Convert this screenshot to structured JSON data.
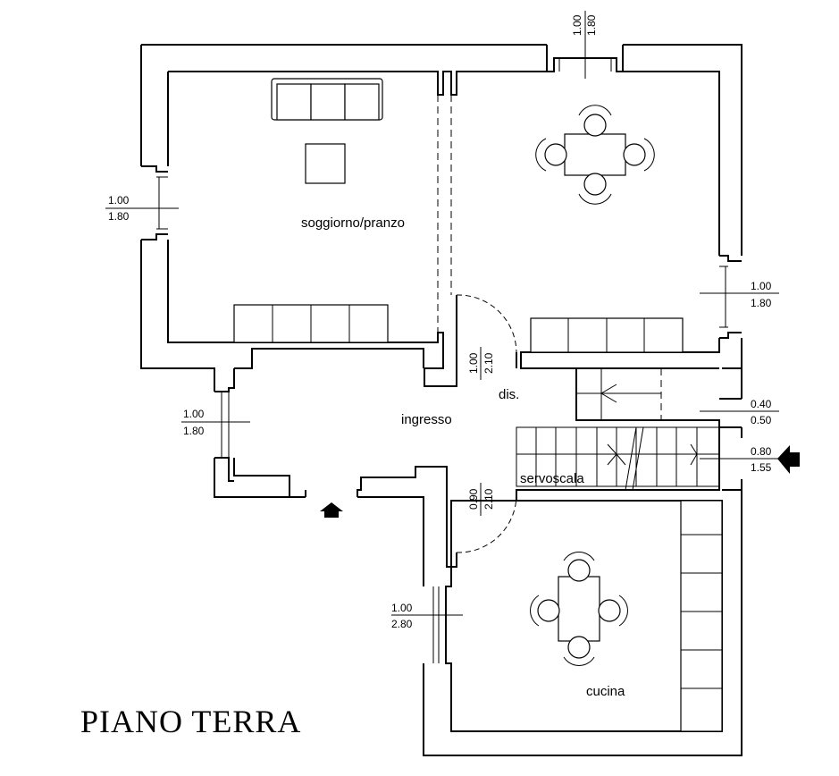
{
  "title": "PIANO TERRA",
  "rooms": {
    "soggiorno": "soggiorno/pranzo",
    "ingresso": "ingresso",
    "dis": "dis.",
    "servoscala": "servoscala",
    "cucina": "cucina"
  },
  "openings": {
    "top": {
      "width": "1.00",
      "height": "1.80"
    },
    "soggiorno_left": {
      "width": "1.00",
      "height": "1.80"
    },
    "pranzo_right": {
      "width": "1.00",
      "height": "1.80"
    },
    "ingresso_left": {
      "width": "1.00",
      "height": "1.80"
    },
    "door_dis_top": {
      "width": "1.00",
      "height": "2.10"
    },
    "stair_window_upper": {
      "width": "0.40",
      "height": "0.50"
    },
    "stair_window_lower": {
      "width": "0.80",
      "height": "1.55"
    },
    "door_cucina": {
      "width": "0.90",
      "height": "2.10"
    },
    "cucina_left": {
      "width": "1.00",
      "height": "2.80"
    }
  },
  "icons": {
    "entrance_arrow": "up-arrow-icon",
    "side_entrance_arrow": "left-arrow-icon"
  },
  "colors": {
    "ink": "#000000",
    "background": "#ffffff"
  }
}
